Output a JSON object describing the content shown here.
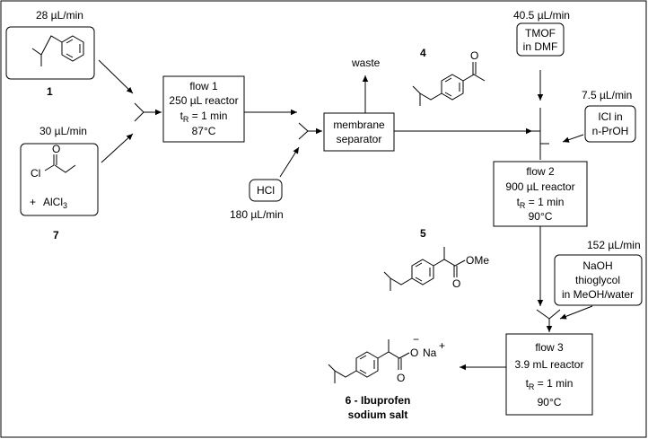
{
  "flows": {
    "isobutylbenzene_rate": "28 µL/min",
    "acyl_rate": "30 µL/min",
    "hcl_rate": "180 µL/min",
    "tmof_rate": "40.5 µL/min",
    "icl_rate": "7.5 µL/min",
    "naoh_rate": "152 µL/min"
  },
  "compounds": {
    "c1": "1",
    "c7": "7",
    "c4": "4",
    "c5": "5",
    "c6_line1": "6 - Ibuprofen",
    "c6_line2": "sodium salt",
    "cl_atom": "Cl",
    "o_atom": "O",
    "ome": "OMe",
    "o_minus": "O",
    "minus_sign": "−",
    "na": "Na",
    "plus_sign": "+",
    "plus": "+",
    "alcl": "AlCl",
    "alcl_sub": "3"
  },
  "reagents": {
    "hcl": "HCl",
    "tmof_l1": "TMOF",
    "tmof_l2": "in DMF",
    "icl_l1": "ICl in",
    "icl_l2": "n-PrOH",
    "naoh_l1": "NaOH",
    "naoh_l2": "thioglycol",
    "naoh_l3": "in MeOH/water"
  },
  "reactors": {
    "f1_title": "flow 1",
    "f1_volume": "250 µL reactor",
    "f1_t": "t",
    "f1_sub": "R",
    "f1_time": " = 1 min",
    "f1_temp": "87°C",
    "f2_title": "flow 2",
    "f2_volume": "900 µL reactor",
    "f2_t": "t",
    "f2_sub": "R",
    "f2_time": " = 1 min",
    "f2_temp": "90°C",
    "f3_title": "flow 3",
    "f3_volume": "3.9 mL reactor",
    "f3_t": "t",
    "f3_sub": "R",
    "f3_time": " = 1 min",
    "f3_temp": "90°C"
  },
  "separator": {
    "line1": "membrane",
    "line2": "separator",
    "waste": "waste"
  }
}
